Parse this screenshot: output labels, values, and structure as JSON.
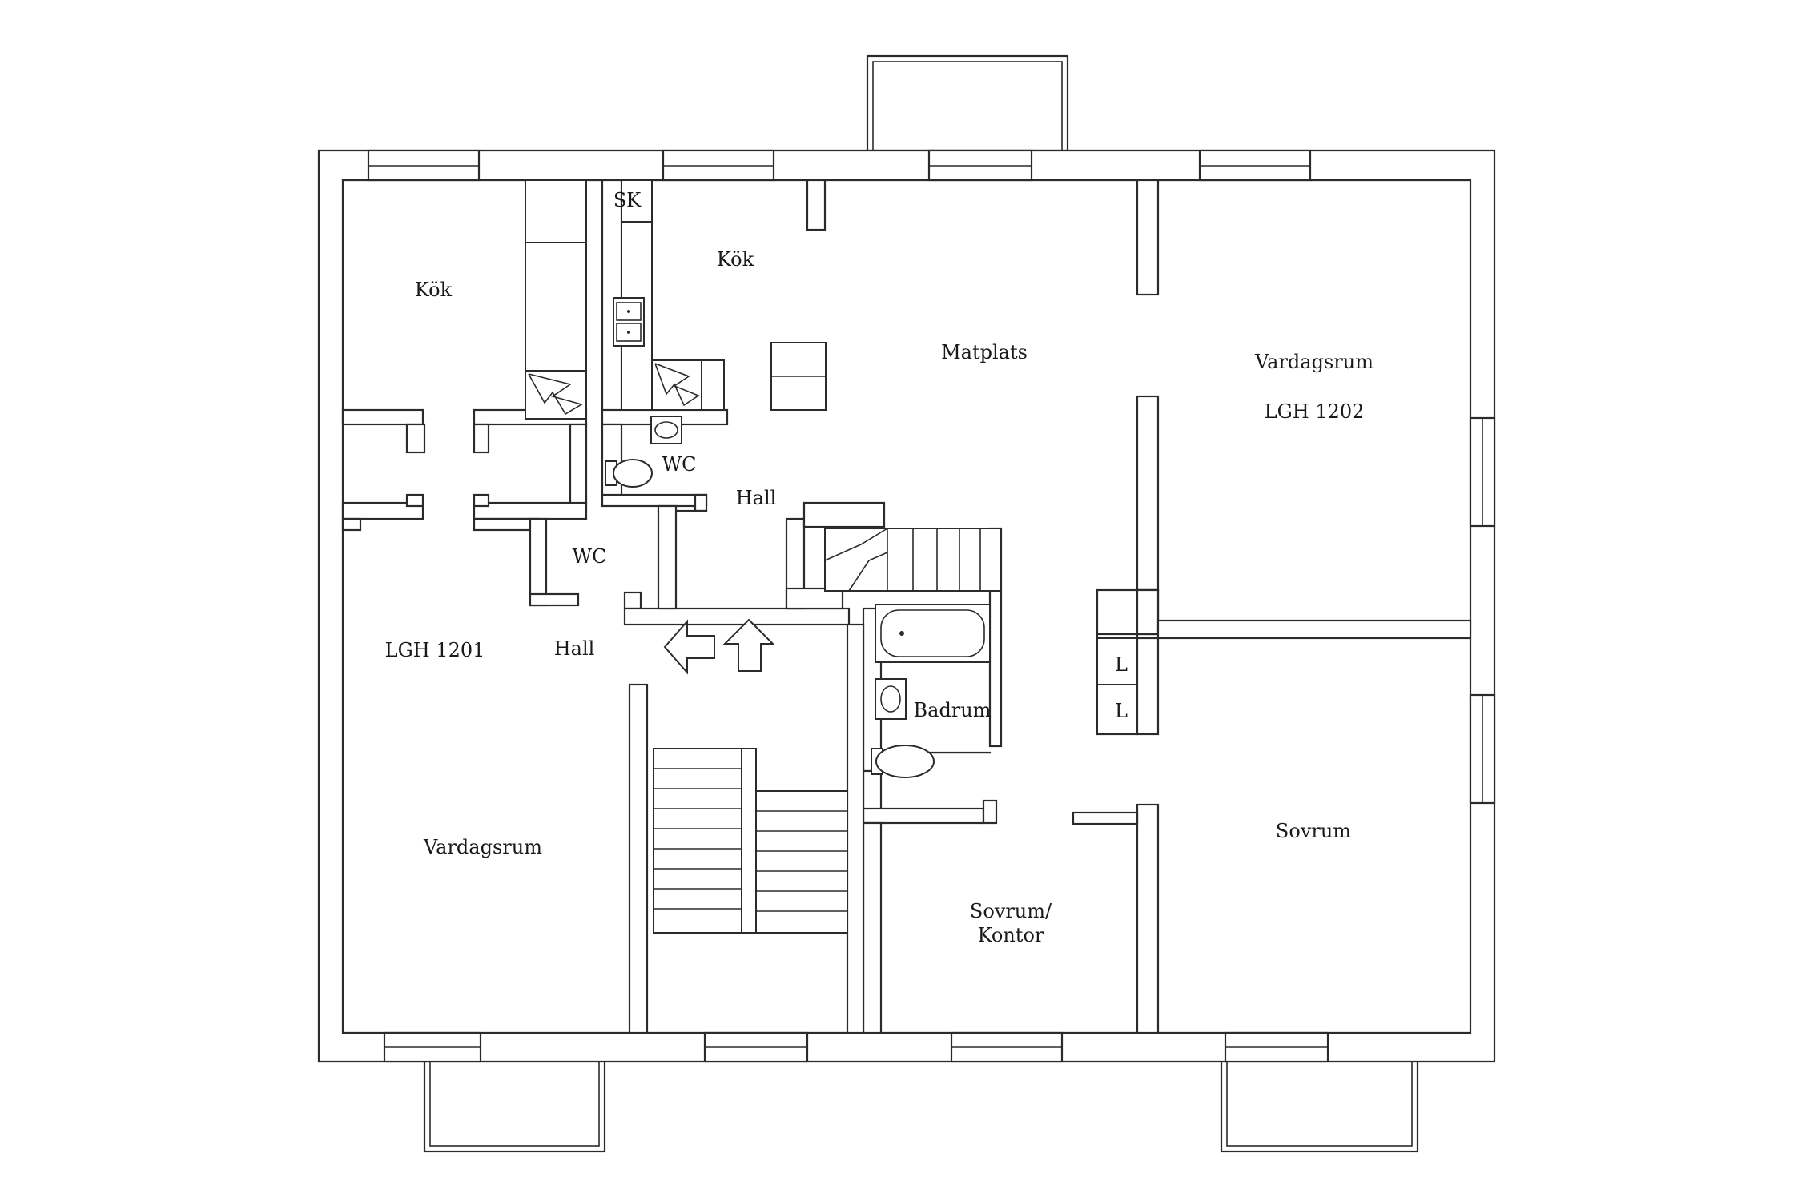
{
  "floor_plan": {
    "apartments": {
      "left": {
        "id": "LGH 1201"
      },
      "right": {
        "id": "LGH 1202"
      }
    },
    "rooms": {
      "kitchen_left": "Kök",
      "kitchen_right": "Kök",
      "sink_cabinet": "SK",
      "dining": "Matplats",
      "living_right": "Vardagsrum",
      "wc_upper": "WC",
      "hall_upper": "Hall",
      "wc_left": "WC",
      "hall_left": "Hall",
      "living_left": "Vardagsrum",
      "bathroom": "Badrum",
      "closet_1": "L",
      "closet_2": "L",
      "bedroom": "Sovrum",
      "office_line1": "Sovrum/",
      "office_line2": "Kontor"
    },
    "colors": {
      "line": "#2b2b2b",
      "background": "#ffffff"
    }
  }
}
